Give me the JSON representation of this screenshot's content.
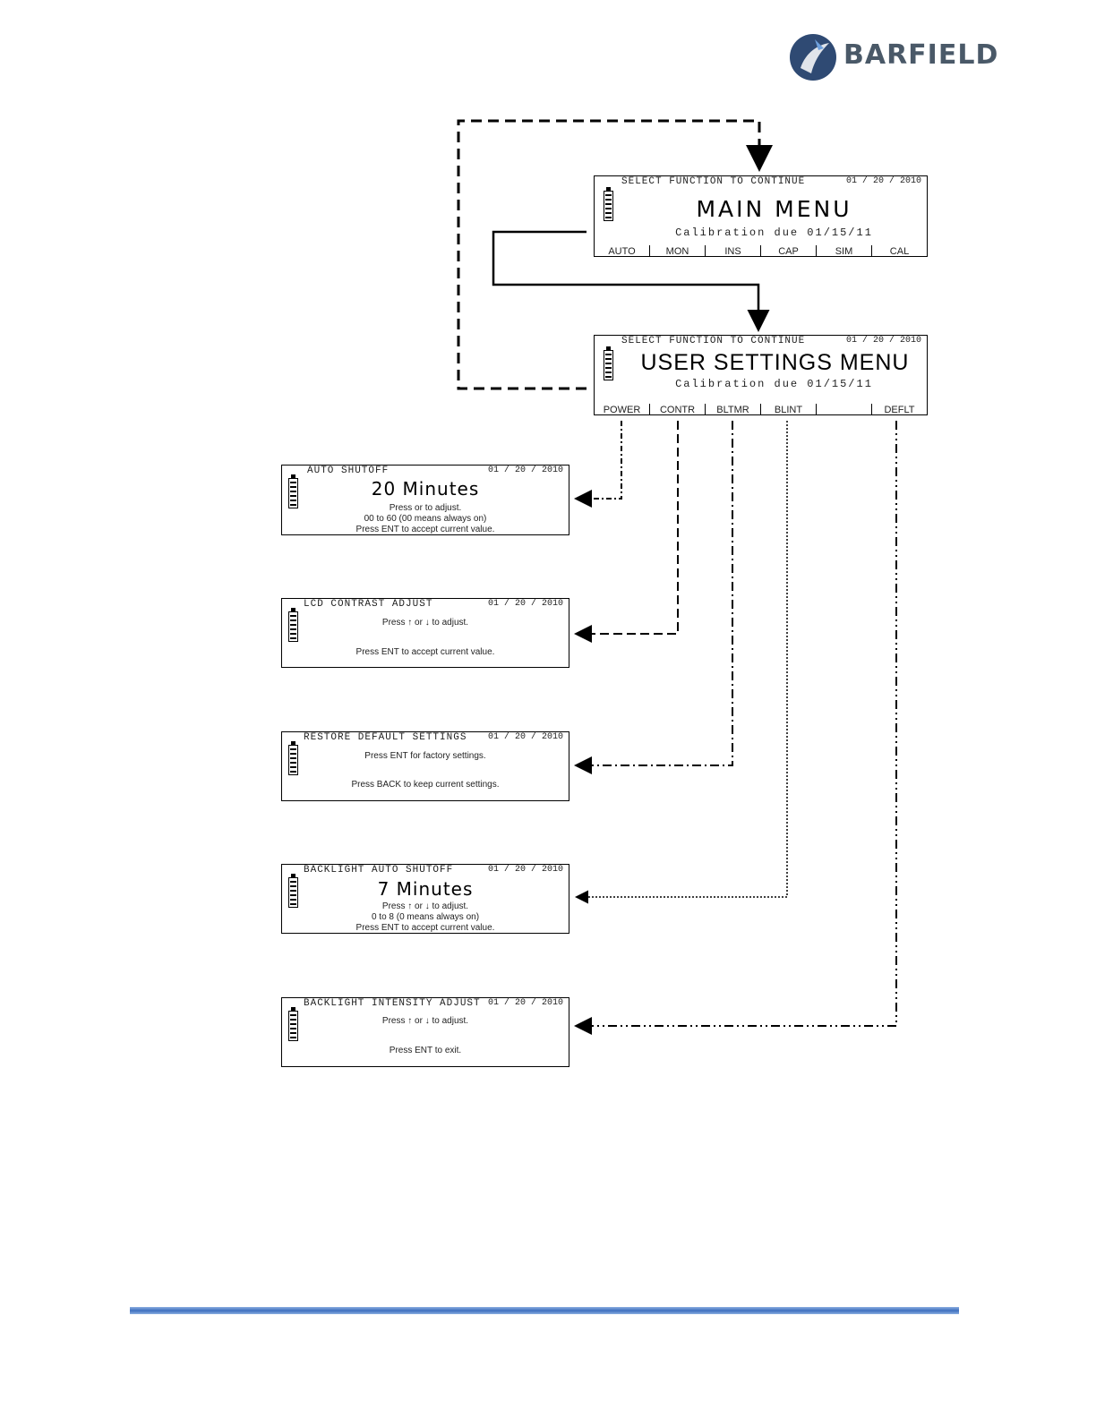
{
  "brand": {
    "name": "BARFIELD",
    "colors": {
      "logo_circle": "#2f4a73",
      "logo_text": "#4a5968",
      "footer_rule": "#3e6fbf"
    }
  },
  "main_menu": {
    "header": "SELECT FUNCTION TO CONTINUE",
    "date": "01 / 20 / 2010",
    "title": "MAIN  MENU",
    "calibration": "Calibration due 01/15/11",
    "softkeys": [
      "AUTO",
      "MON",
      "INS",
      "CAP",
      "SIM",
      "CAL"
    ]
  },
  "user_settings_menu": {
    "header": "SELECT FUNCTION TO CONTINUE",
    "date": "01 / 20 / 2010",
    "title": "USER SETTINGS MENU",
    "calibration": "Calibration due 01/15/11",
    "softkeys": [
      "POWER",
      "CONTR",
      "BLTMR",
      "BLINT",
      "",
      "DEFLT"
    ]
  },
  "auto_shutoff": {
    "header": "AUTO  SHUTOFF",
    "date": "01 / 20 / 2010",
    "value": "20 Minutes",
    "line1": "Press    or    to adjust.",
    "line2": "00 to 60 (00 means always on)",
    "line3": "Press ENT to accept current value."
  },
  "lcd_contrast": {
    "header": "LCD  CONTRAST ADJUST",
    "date": "01 / 20 / 2010",
    "line1": "Press ↑ or ↓ to adjust.",
    "line2": "Press ENT to accept current value."
  },
  "restore_defaults": {
    "header": "RESTORE  DEFAULT  SETTINGS",
    "date": "01 / 20 / 2010",
    "line1": "Press ENT for factory settings.",
    "line2": "Press BACK to keep current settings."
  },
  "backlight_shutoff": {
    "header": "BACKLIGHT AUTO SHUTOFF",
    "date": "01 / 20 / 2010",
    "value": "7 Minutes",
    "line1": "Press ↑ or ↓ to adjust.",
    "line2": "0 to 8 (0 means always on)",
    "line3": "Press ENT to accept current value."
  },
  "backlight_intensity": {
    "header": "BACKLIGHT INTENSITY ADJUST",
    "date": "01 / 20 / 2010",
    "line1": "Press ↑ or ↓ to adjust.",
    "line2": "Press ENT to exit."
  }
}
